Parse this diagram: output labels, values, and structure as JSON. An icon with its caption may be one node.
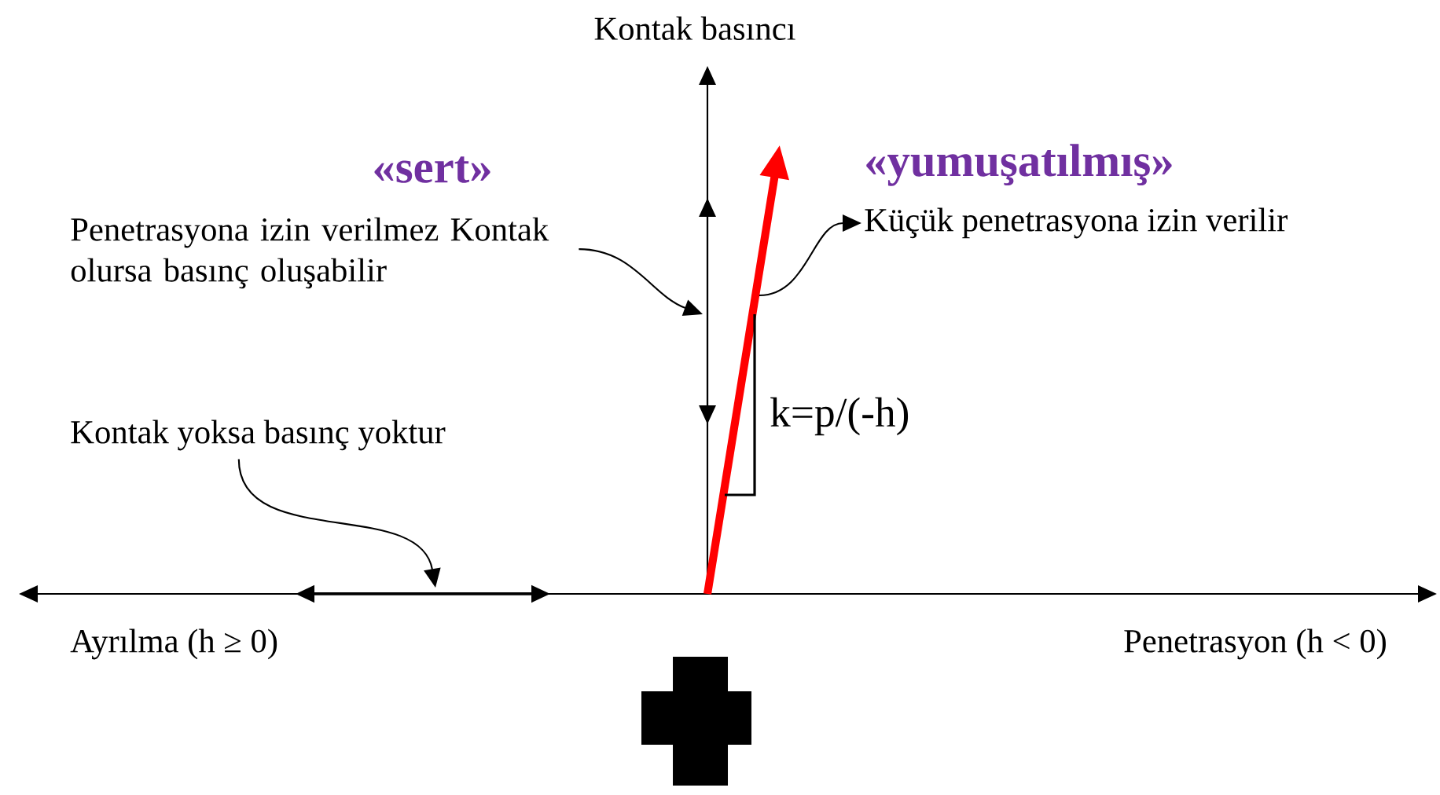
{
  "diagram": {
    "nodes": [
      {
        "text": [
          "Penetrasyona izin verilmez Kontak olursa basınç oluşabilir"
        ]
      },
      {
        "text": [
          "Kontak yoksa basınç yoktur"
        ]
      },
      {
        "text": [
          "Küçük penetrasyona izin verilir"
        ]
      }
    ],
    "edges": [
      {
        "from": 0,
        "to": null,
        "arrow": "to"
      },
      {
        "from": 1,
        "to": null,
        "arrow": "to"
      },
      {
        "from": null,
        "to": 2,
        "arrow": "to"
      }
    ],
    "labels": [
      "Kontak basıncı",
      "«sert»",
      "«yumuşatılmış»",
      "k=p/(-h)",
      "Ayrılma (h ≥ 0)",
      "Penetrasyon (h < 0)"
    ]
  }
}
